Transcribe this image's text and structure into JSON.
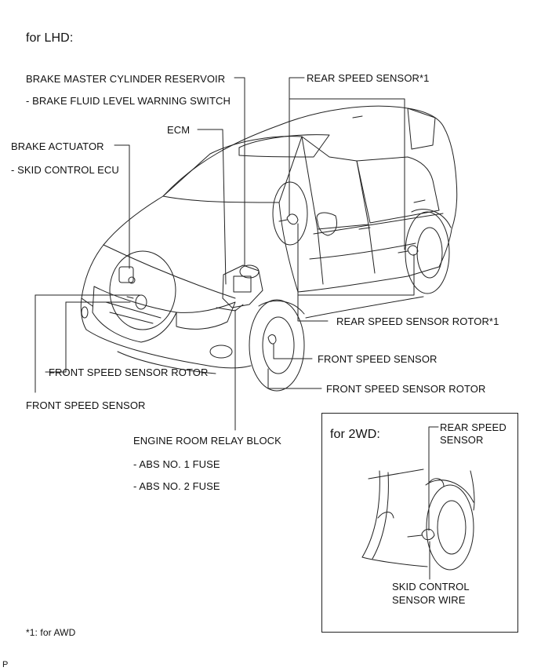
{
  "header": {
    "title": "for LHD:"
  },
  "labels": {
    "brake_master_reservoir": "BRAKE MASTER CYLINDER RESERVOIR",
    "brake_fluid_switch": "- BRAKE FLUID LEVEL WARNING SWITCH",
    "ecm": "ECM",
    "brake_actuator": "BRAKE ACTUATOR",
    "skid_control_ecu": "- SKID CONTROL ECU",
    "rear_speed_sensor": "REAR SPEED SENSOR*1",
    "rear_speed_sensor_rotor": "REAR SPEED SENSOR ROTOR*1",
    "front_speed_sensor_right": "FRONT SPEED SENSOR",
    "front_speed_sensor_rotor_right": "FRONT SPEED SENSOR ROTOR",
    "front_speed_sensor_rotor_left": "FRONT SPEED SENSOR ROTOR",
    "front_speed_sensor_left": "FRONT SPEED SENSOR",
    "engine_room_relay_block": "ENGINE ROOM RELAY BLOCK",
    "abs_fuse_1": "- ABS NO. 1 FUSE",
    "abs_fuse_2": "- ABS NO. 2 FUSE"
  },
  "inset": {
    "title": "for 2WD:",
    "rear_speed_sensor_line1": "REAR SPEED",
    "rear_speed_sensor_line2": "SENSOR",
    "skid_wire_line1": "SKID CONTROL",
    "skid_wire_line2": "SENSOR WIRE"
  },
  "footnote": "*1: for AWD",
  "corner_mark": "P"
}
